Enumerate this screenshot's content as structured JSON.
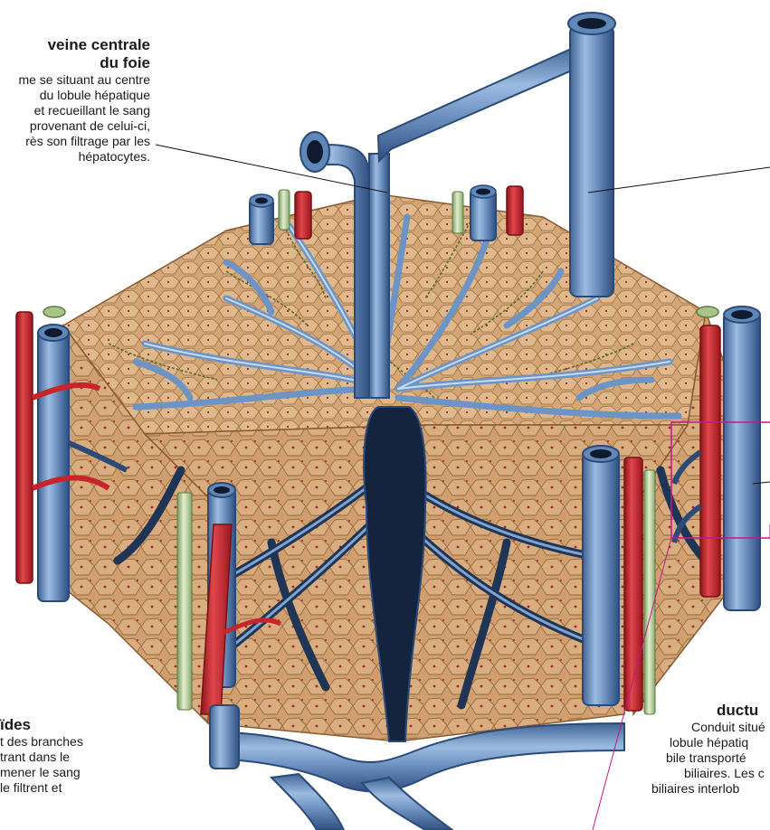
{
  "labels": {
    "central_vein": {
      "title_line1": "veine centrale",
      "title_line2": "du foie",
      "body": [
        "me se situant au centre",
        "du lobule hépatique",
        "et recueillant le sang",
        "provenant de celui-ci,",
        "rès son filtrage par les",
        "hépatocytes."
      ]
    },
    "sinusoids": {
      "title": "ïdes",
      "body": [
        "t des branches",
        "trant dans le",
        "mener le sang",
        "le filtrent et"
      ]
    },
    "ductule": {
      "title": "ductu",
      "body": [
        "Conduit situé",
        "lobule hépatiq",
        "bile transporté",
        "biliaires. Les c",
        "biliaires interlob"
      ]
    }
  },
  "colors": {
    "vein_blue": "#5f87b8",
    "vein_light": "#aac6e2",
    "vein_dark": "#2b4a78",
    "artery_red": "#c8242c",
    "bile_green": "#a8c48a",
    "tissue_tan": "#c99a6a",
    "tissue_dark": "#8a5a32",
    "leader_black": "#111111",
    "leader_magenta": "#c2188a"
  }
}
